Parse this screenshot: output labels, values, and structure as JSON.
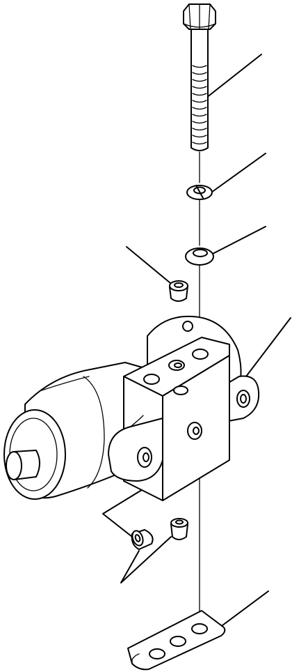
{
  "diagram": {
    "type": "exploded-parts-drawing",
    "colors": {
      "line": "#000000",
      "background": "#ffffff"
    },
    "parts": [
      {
        "name": "hex-head-bolt"
      },
      {
        "name": "lock-washer"
      },
      {
        "name": "flat-washer"
      },
      {
        "name": "upper-fitting"
      },
      {
        "name": "cylinder-body"
      },
      {
        "name": "valve-block"
      },
      {
        "name": "mounting-ear"
      },
      {
        "name": "lower-fitting-left"
      },
      {
        "name": "lower-fitting-right"
      },
      {
        "name": "base-plate"
      }
    ],
    "callout_count": 6
  }
}
